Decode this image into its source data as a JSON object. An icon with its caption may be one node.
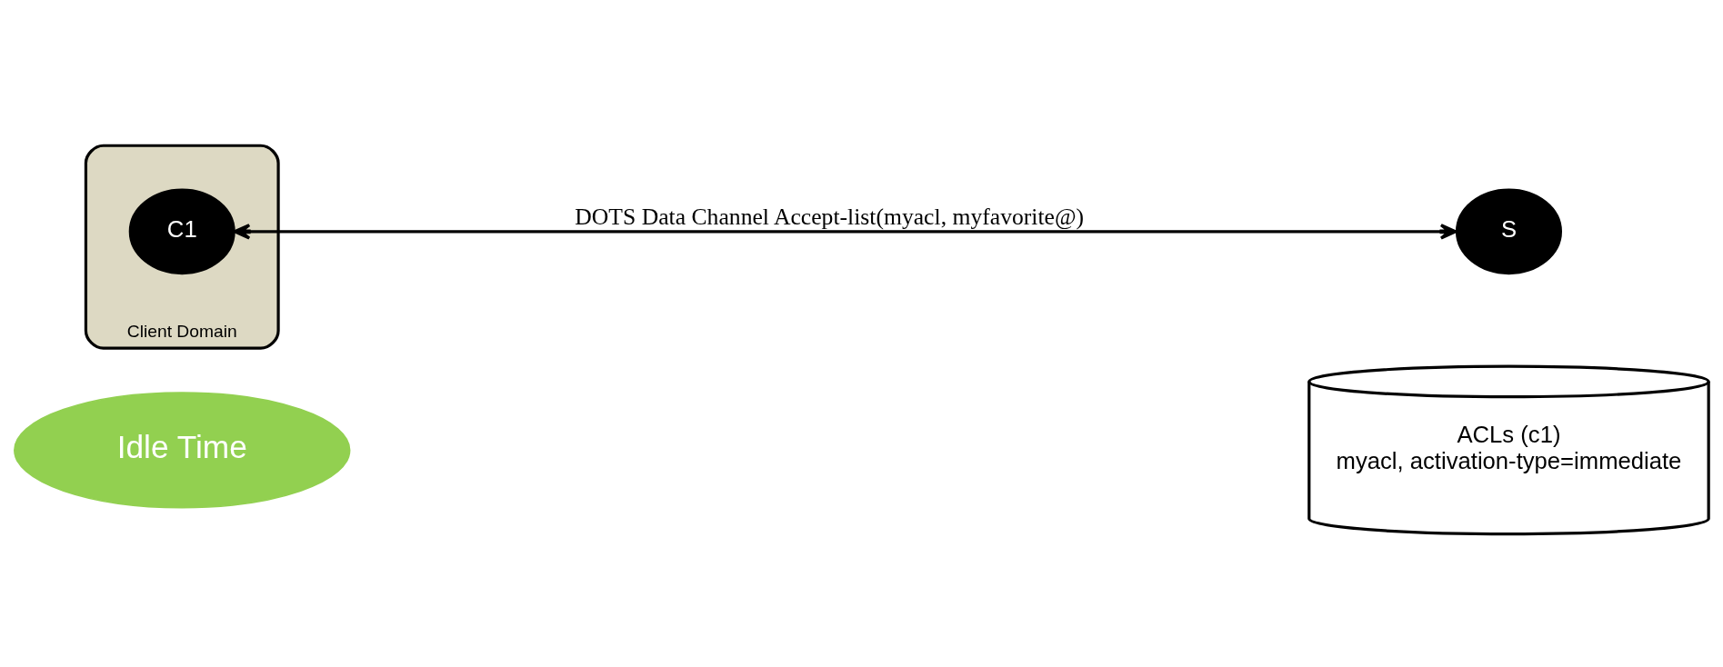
{
  "diagram": {
    "nodes": [
      {
        "text": [
          "Idle Time"
        ]
      },
      {
        "text": [
          "ACLs (c1)",
          "myacl, activation-type=immediate"
        ]
      },
      {
        "text": [
          "Client Domain"
        ]
      },
      {
        "text": [
          "C1"
        ],
        "in": 2
      },
      {
        "text": [
          "S"
        ]
      }
    ],
    "edges": [
      {
        "from": 3,
        "to": 4,
        "arrow": "both",
        "label": "DOTS Data Channel Accept-list(myacl, myfavorite@)"
      }
    ]
  }
}
